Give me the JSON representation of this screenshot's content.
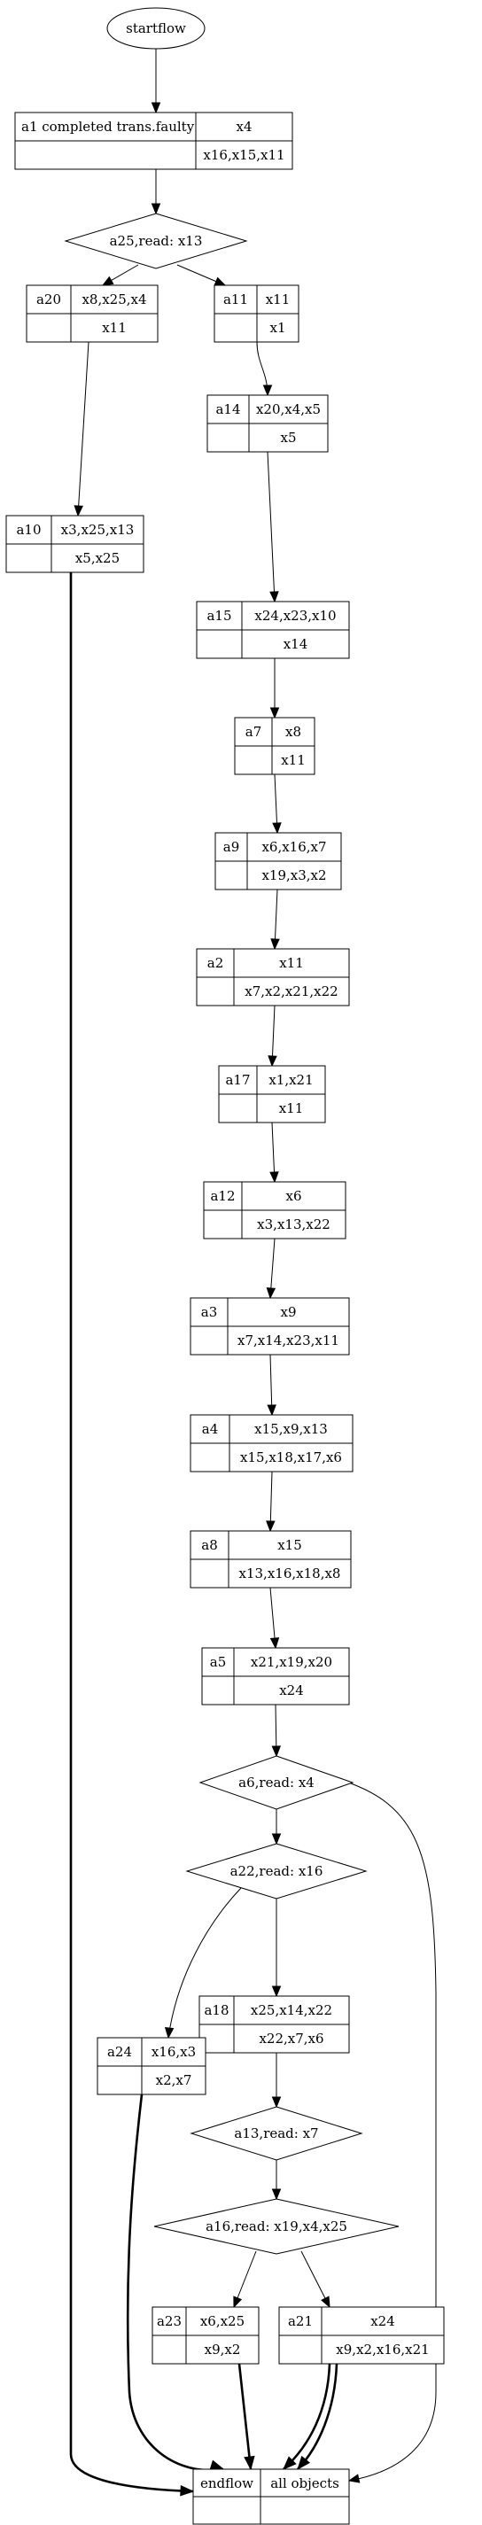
{
  "start": {
    "label": "startflow"
  },
  "end": {
    "label": "endflow",
    "label2": "all objects"
  },
  "activities": [
    {
      "id": "a1",
      "name": "a1  completed trans.faulty",
      "top": "x4",
      "bottom": "x16,x15,x11"
    },
    {
      "id": "a20",
      "name": "a20",
      "top": "x8,x25,x4",
      "bottom": "x11"
    },
    {
      "id": "a11",
      "name": "a11",
      "top": "x11",
      "bottom": "x1"
    },
    {
      "id": "a10",
      "name": "a10",
      "top": "x3,x25,x13",
      "bottom": "x5,x25"
    },
    {
      "id": "a14",
      "name": "a14",
      "top": "x20,x4,x5",
      "bottom": "x5"
    },
    {
      "id": "a15",
      "name": "a15",
      "top": "x24,x23,x10",
      "bottom": "x14"
    },
    {
      "id": "a7",
      "name": "a7",
      "top": "x8",
      "bottom": "x11"
    },
    {
      "id": "a9",
      "name": "a9",
      "top": "x6,x16,x7",
      "bottom": "x19,x3,x2"
    },
    {
      "id": "a2",
      "name": "a2",
      "top": "x11",
      "bottom": "x7,x2,x21,x22"
    },
    {
      "id": "a17",
      "name": "a17",
      "top": "x1,x21",
      "bottom": "x11"
    },
    {
      "id": "a12",
      "name": "a12",
      "top": "x6",
      "bottom": "x3,x13,x22"
    },
    {
      "id": "a3",
      "name": "a3",
      "top": "x9",
      "bottom": "x7,x14,x23,x11"
    },
    {
      "id": "a4",
      "name": "a4",
      "top": "x15,x9,x13",
      "bottom": "x15,x18,x17,x6"
    },
    {
      "id": "a8",
      "name": "a8",
      "top": "x15",
      "bottom": "x13,x16,x18,x8"
    },
    {
      "id": "a5",
      "name": "a5",
      "top": "x21,x19,x20",
      "bottom": "x24"
    },
    {
      "id": "a18",
      "name": "a18",
      "top": "x25,x14,x22",
      "bottom": "x22,x7,x6"
    },
    {
      "id": "a24",
      "name": "a24",
      "top": "x16,x3",
      "bottom": "x2,x7"
    },
    {
      "id": "a23",
      "name": "a23",
      "top": "x6,x25",
      "bottom": "x9,x2"
    },
    {
      "id": "a21",
      "name": "a21",
      "top": "x24",
      "bottom": "x9,x2,x16,x21"
    }
  ],
  "decisions": [
    {
      "id": "a25",
      "label": "a25,read: x13"
    },
    {
      "id": "a6",
      "label": "a6,read: x4"
    },
    {
      "id": "a22",
      "label": "a22,read: x16"
    },
    {
      "id": "a13",
      "label": "a13,read: x7"
    },
    {
      "id": "a16",
      "label": "a16,read: x19,x4,x25"
    }
  ]
}
